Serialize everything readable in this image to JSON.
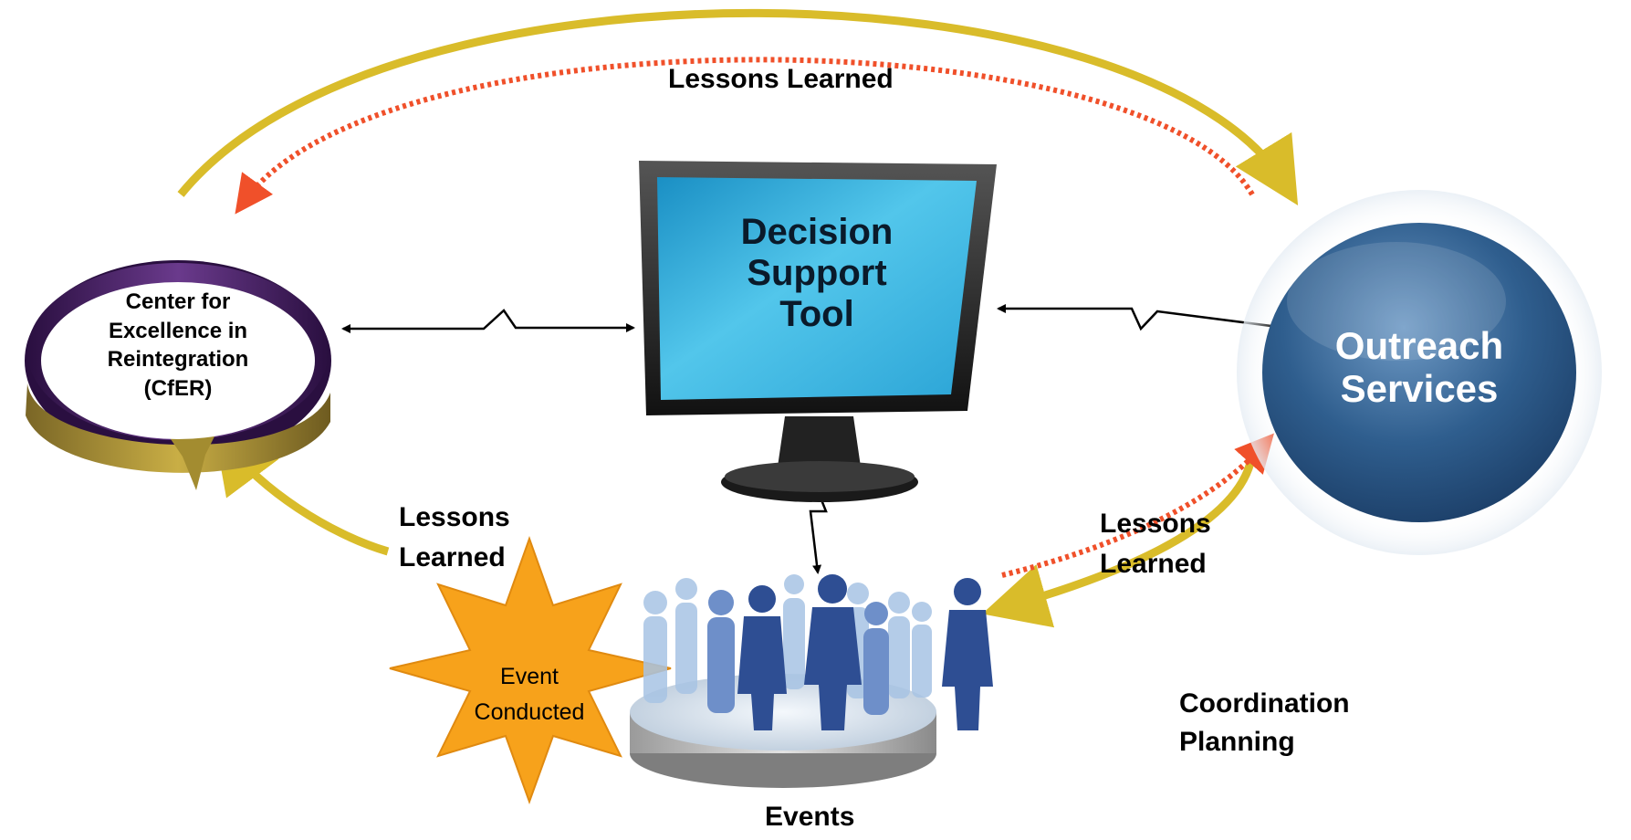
{
  "nodes": {
    "cfer": {
      "label": "Center for Excellence in Reintegration (CfER)"
    },
    "decision_support_tool": {
      "label": "Decision Support Tool"
    },
    "outreach_services": {
      "label": "Outreach Services"
    },
    "event_conducted": {
      "label": "Event Conducted"
    },
    "events": {
      "label": "Events"
    }
  },
  "edge_labels": {
    "top": "Lessons Learned",
    "left_bottom": "Lessons Learned",
    "right_bottom": "Lessons Learned",
    "coordination": "Coordination Planning"
  },
  "colors": {
    "gold_arrow": "#D9BC2A",
    "red_dotted_arrow": "#F0502A",
    "monitor_screen": "#3CB8E0",
    "outreach_circle": "#2F5E8E",
    "star_fill": "#F7A21B",
    "cfer_purple": "#4A1F6B",
    "cfer_gold": "#B39A33",
    "people": "#2E4E93"
  }
}
